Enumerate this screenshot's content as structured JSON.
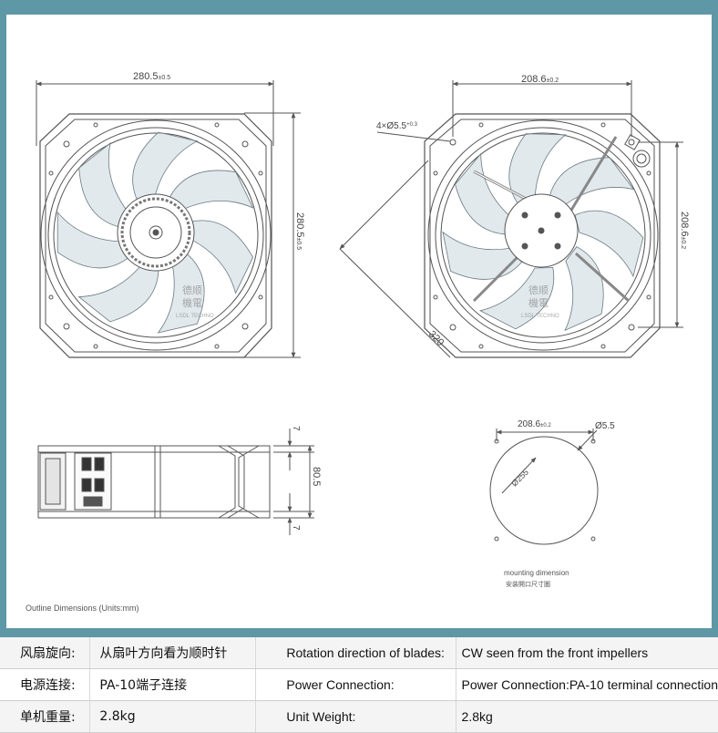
{
  "dimensions": {
    "front_width": "280.5",
    "front_width_tol": "±0.5",
    "front_height": "280.5",
    "front_height_tol": "±0.5",
    "rear_hole_spacing_h": "208.6",
    "rear_hole_spacing_h_tol": "±0.2",
    "rear_hole_spacing_v": "208.6",
    "rear_hole_spacing_v_tol": "±0.2",
    "hole_spec": "4×Ø5.5",
    "hole_spec_tol": "+0.3",
    "diagonal": "320",
    "side_depth": "80.5",
    "side_flange_top": "7",
    "side_flange_bottom": "7",
    "mount_spacing": "208.6",
    "mount_spacing_tol": "±0.2",
    "mount_hole": "Ø5.5",
    "mount_circle": "Ø255"
  },
  "labels": {
    "mounting_en": "mounting dimension",
    "mounting_cn": "安装開口尺寸圖",
    "outline": "Outline Dimensions (Units:mm)",
    "watermark_cn": "德顺",
    "watermark_cn2": "機電",
    "watermark_en": "LSDL TECHNO"
  },
  "specs": [
    {
      "label_cn": "风扇旋向:",
      "value_cn": "从扇叶方向看为顺时针",
      "label_en": "Rotation direction of blades:",
      "value_en": "CW seen from the front impellers"
    },
    {
      "label_cn": "电源连接:",
      "value_cn": "PA-10端子连接",
      "label_en": "Power Connection:",
      "value_en": "Power Connection:PA-10 terminal connection"
    },
    {
      "label_cn": "单机重量:",
      "value_cn": "2.8kg",
      "label_en": "Unit Weight:",
      "value_en": "2.8kg"
    }
  ],
  "colors": {
    "frame": "#5e97a6",
    "line": "#555555",
    "blade": "#c9d7de"
  }
}
